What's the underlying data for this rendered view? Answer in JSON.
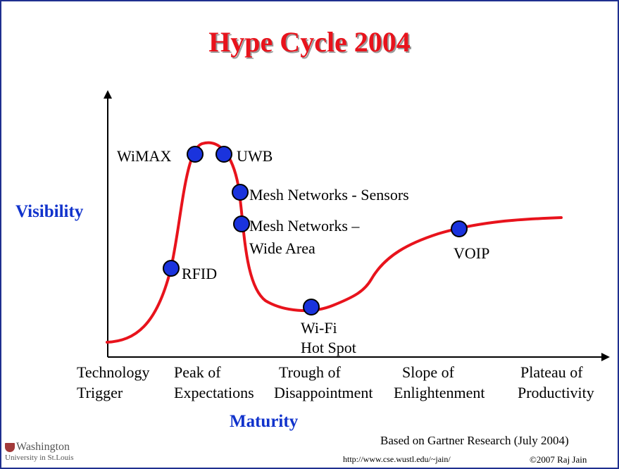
{
  "title": "Hype Cycle 2004",
  "axes": {
    "y_label": "Visibility",
    "x_label": "Maturity"
  },
  "stages": [
    {
      "line1": "Technology",
      "line2": "Trigger"
    },
    {
      "line1": "Peak of",
      "line2": "Expectations"
    },
    {
      "line1": "Trough of",
      "line2": "Disappointment"
    },
    {
      "line1": "Slope of",
      "line2": "Enlightenment"
    },
    {
      "line1": "Plateau of",
      "line2": "Productivity"
    }
  ],
  "technologies": {
    "wimax": "WiMAX",
    "uwb": "UWB",
    "mesh_sensors": "Mesh Networks - Sensors",
    "mesh_wide_line1": "Mesh Networks –",
    "mesh_wide_line2": "Wide Area",
    "rfid": "RFID",
    "wifi_line1": "Wi-Fi",
    "wifi_line2": "Hot Spot",
    "voip": "VOIP"
  },
  "footer": {
    "source": "Based on Gartner Research (July 2004)",
    "url": "http://www.cse.wustl.edu/~jain/",
    "copyright": "©2007 Raj Jain",
    "logo_line1": "Washington",
    "logo_line2": "University in St.Louis"
  },
  "colors": {
    "curve": "#e8131c",
    "marker": "#1a33dd",
    "title": "#e8131c",
    "axis_label": "#1133cc",
    "border": "#1f2f8f"
  }
}
